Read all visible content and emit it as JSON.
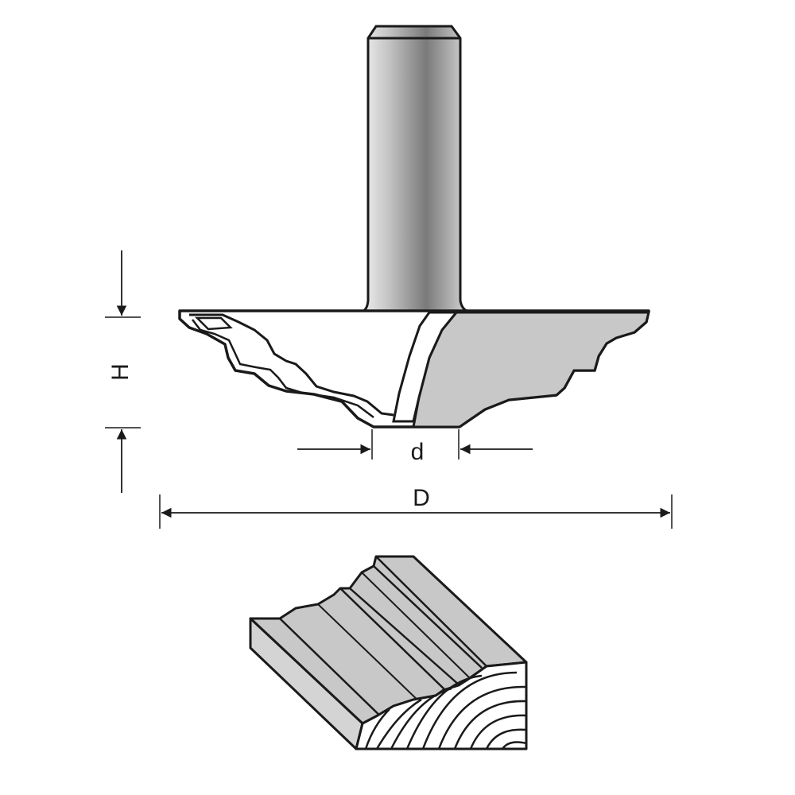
{
  "diagram": {
    "subject": "router-bit-with-moulding-profile",
    "dimensions": {
      "height_label": "H",
      "cut_diameter_label": "d",
      "overall_diameter_label": "D"
    },
    "colors": {
      "line": "#1a1a1a",
      "profile_fill": "#c8c8c8",
      "shank_light": "#e0e0e0",
      "shank_dark": "#6e6e6e",
      "background": "#ffffff"
    }
  }
}
